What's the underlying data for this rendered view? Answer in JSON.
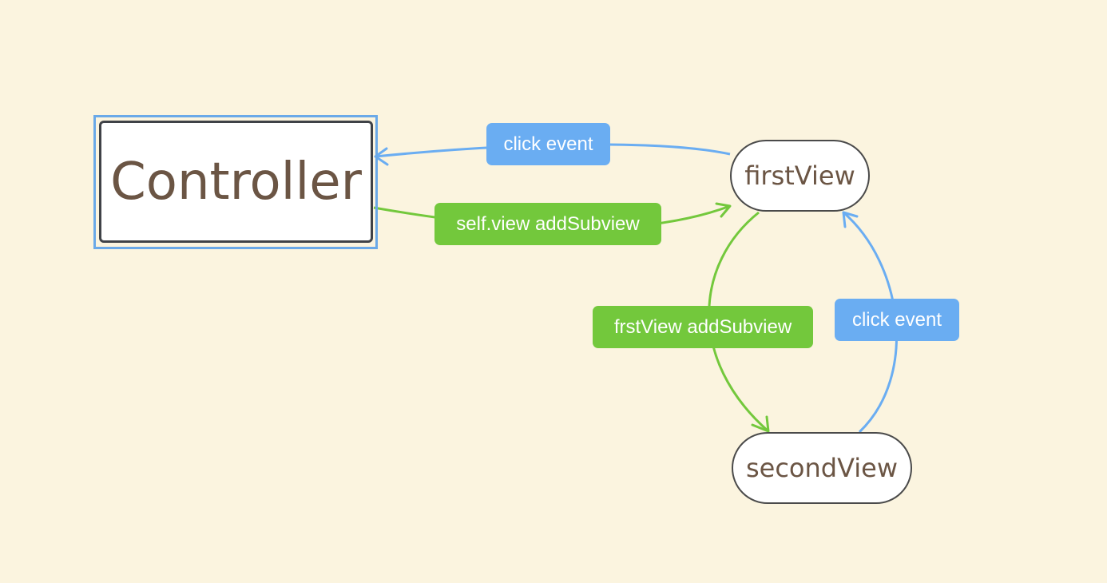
{
  "nodes": {
    "controller": {
      "label": "Controller"
    },
    "first_view": {
      "label": "firstView"
    },
    "second_view": {
      "label": "secondView"
    }
  },
  "edges": {
    "firstview_to_controller": {
      "label": "click event",
      "color": "#6aadf2"
    },
    "controller_to_firstview": {
      "label": "self.view addSubview",
      "color": "#73c83c"
    },
    "firstview_to_secondview": {
      "label": "frstView addSubview",
      "color": "#73c83c"
    },
    "secondview_to_firstview": {
      "label": "click event",
      "color": "#6aadf2"
    }
  },
  "colors": {
    "background": "#fbf4df",
    "node_fill": "#ffffff",
    "node_text": "#6b5544",
    "selection": "#6aa9e8"
  }
}
